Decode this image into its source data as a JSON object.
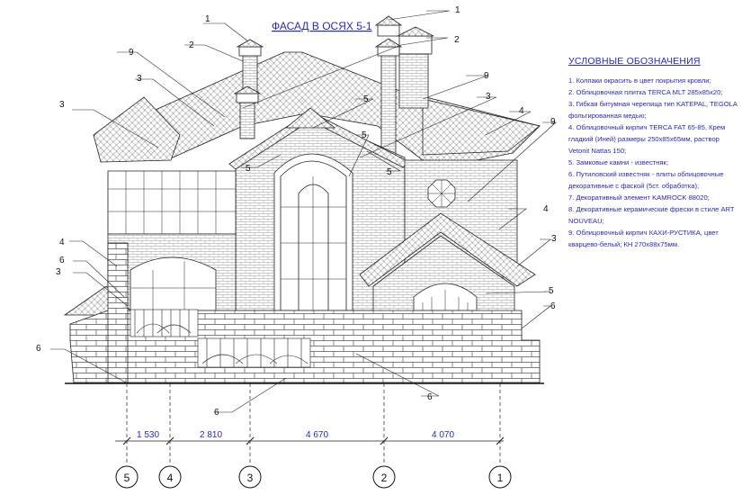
{
  "title": "ФАСАД В ОСЯХ 5-1",
  "legend": {
    "title": "УСЛОВНЫЕ ОБОЗНАЧЕНИЯ",
    "items": [
      "1. Колпаки окрасить в цвет покрытия кровли;",
      "2. Облицовочная плитка TERCA MLT 285х85х20;",
      "3. Гибкая битумная черепица тип KATEPAL, TEGOLA фольгированная медью;",
      "4. Облицовочный кирпич TERCA FAT 65-85, Крем гладкий (Иней) размеры 250х85х65мм, раствор Vetonit Nattas 150;",
      "5. Замковые камни - известняк;",
      "6. Путиловский известняк - плиты облицовочные декоративные с фаской (5ст. обработка);",
      "7. Декоративный элемент KAMROCK 88020;",
      "8. Декоративные керамические фрески в стиле ART NOUVEAU;",
      "9. Облицовочный кирпич КАХИ-РУСТИКА, цвет кварцево-белый; КН 270х88х75мм."
    ]
  },
  "callouts": [
    "1",
    "2",
    "3",
    "4",
    "5",
    "6",
    "9"
  ],
  "dimensions": [
    "1 530",
    "2 810",
    "4 670",
    "4 070"
  ],
  "axes": [
    "5",
    "4",
    "3",
    "2",
    "1"
  ]
}
